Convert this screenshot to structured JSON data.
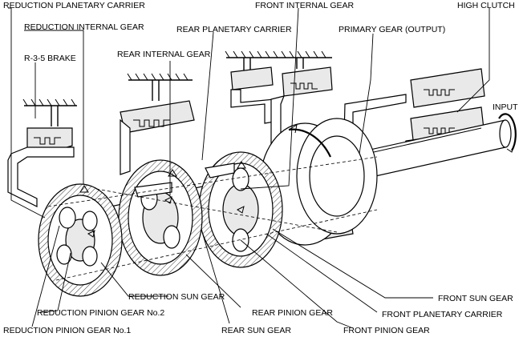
{
  "labels": {
    "reduction_planetary_carrier": "REDUCTION PLANETARY CARRIER",
    "reduction_internal_gear": "REDUCTION INTERNAL GEAR",
    "r35_brake": "R-3-5 BRAKE",
    "rear_internal_gear": "REAR INTERNAL GEAR",
    "front_internal_gear": "FRONT INTERNAL GEAR",
    "rear_planetary_carrier": "REAR PLANETARY CARRIER",
    "primary_gear_output": "PRIMARY GEAR (OUTPUT)",
    "high_clutch": "HIGH CLUTCH",
    "input": "INPUT",
    "reduction_sun_gear": "REDUCTION SUN GEAR",
    "reduction_pinion_gear_no2": "REDUCTION PINION GEAR No.2",
    "reduction_pinion_gear_no1": "REDUCTION PINION GEAR No.1",
    "rear_pinion_gear": "REAR PINION GEAR",
    "rear_sun_gear": "REAR SUN GEAR",
    "front_sun_gear": "FRONT SUN GEAR",
    "front_planetary_carrier": "FRONT PLANETARY CARRIER",
    "front_pinion_gear": "FRONT PINION GEAR"
  },
  "colors": {
    "line": "#000000",
    "background": "#ffffff",
    "shade": "#e9e9e9"
  }
}
